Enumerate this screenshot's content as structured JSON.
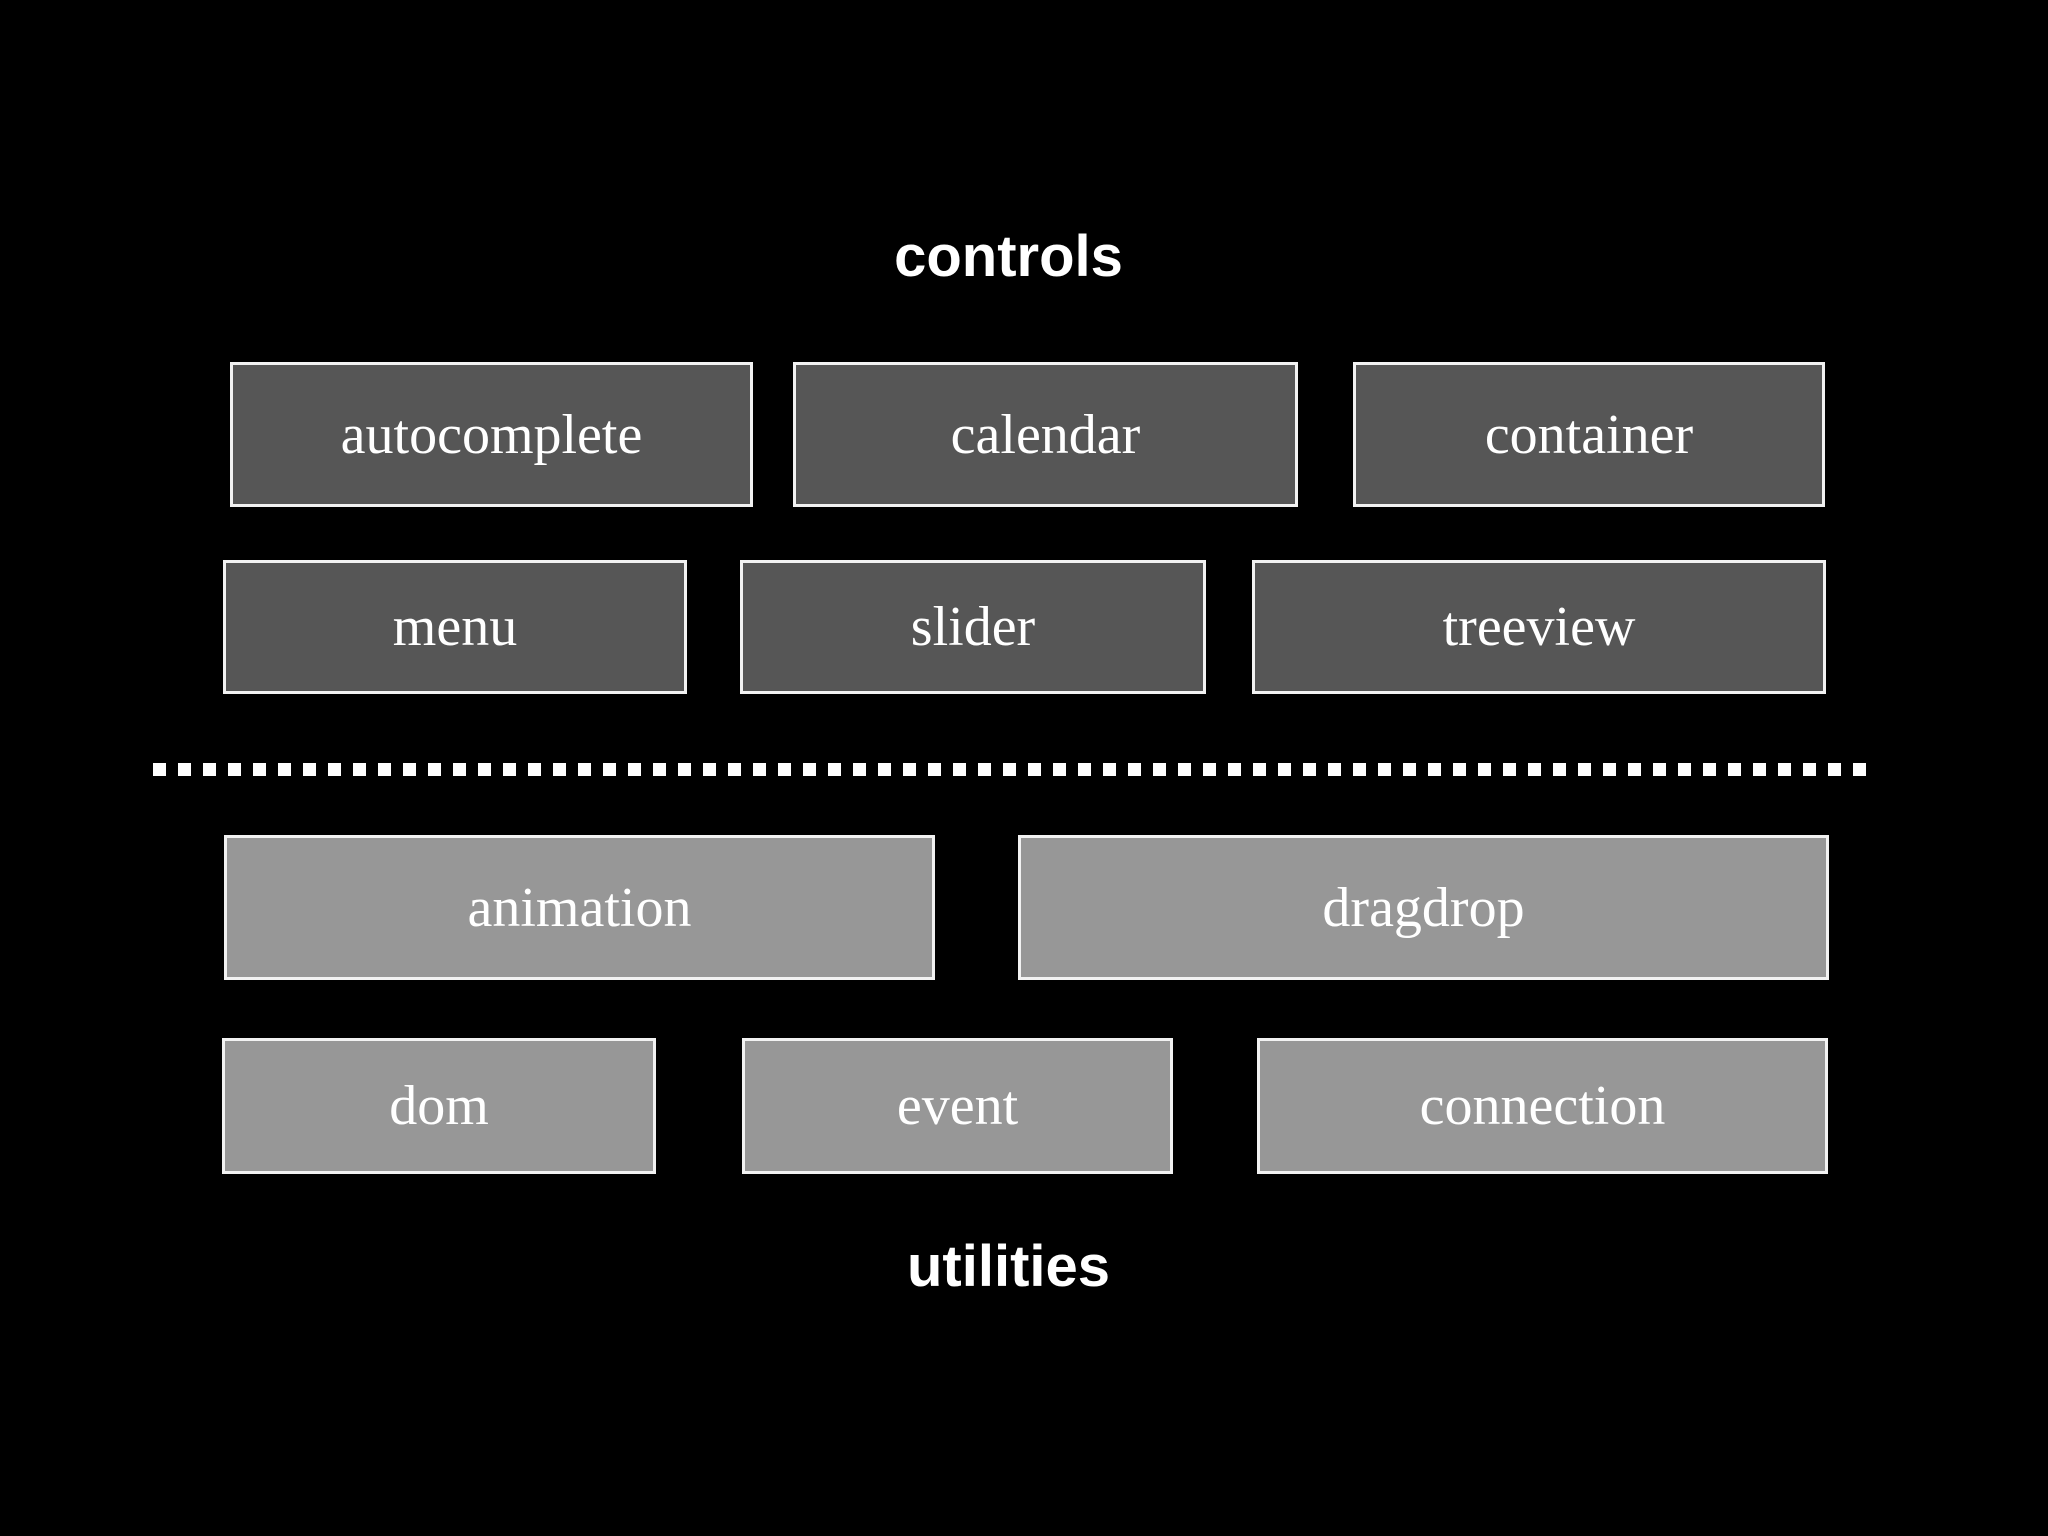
{
  "diagram": {
    "controls_section": {
      "title": "controls",
      "boxes": [
        {
          "label": "autocomplete"
        },
        {
          "label": "calendar"
        },
        {
          "label": "container"
        },
        {
          "label": "menu"
        },
        {
          "label": "slider"
        },
        {
          "label": "treeview"
        }
      ]
    },
    "separator": {
      "style": "dotted-line"
    },
    "utilities_section": {
      "title": "utilities",
      "boxes": [
        {
          "label": "animation"
        },
        {
          "label": "dragdrop"
        },
        {
          "label": "dom"
        },
        {
          "label": "event"
        },
        {
          "label": "connection"
        }
      ]
    }
  },
  "colors": {
    "background": "#000000",
    "controls_box_bg": "#565656",
    "utilities_box_bg": "#979797",
    "box_border": "#f2f2f2",
    "text": "#ffffff",
    "separator": "#ffffff"
  }
}
